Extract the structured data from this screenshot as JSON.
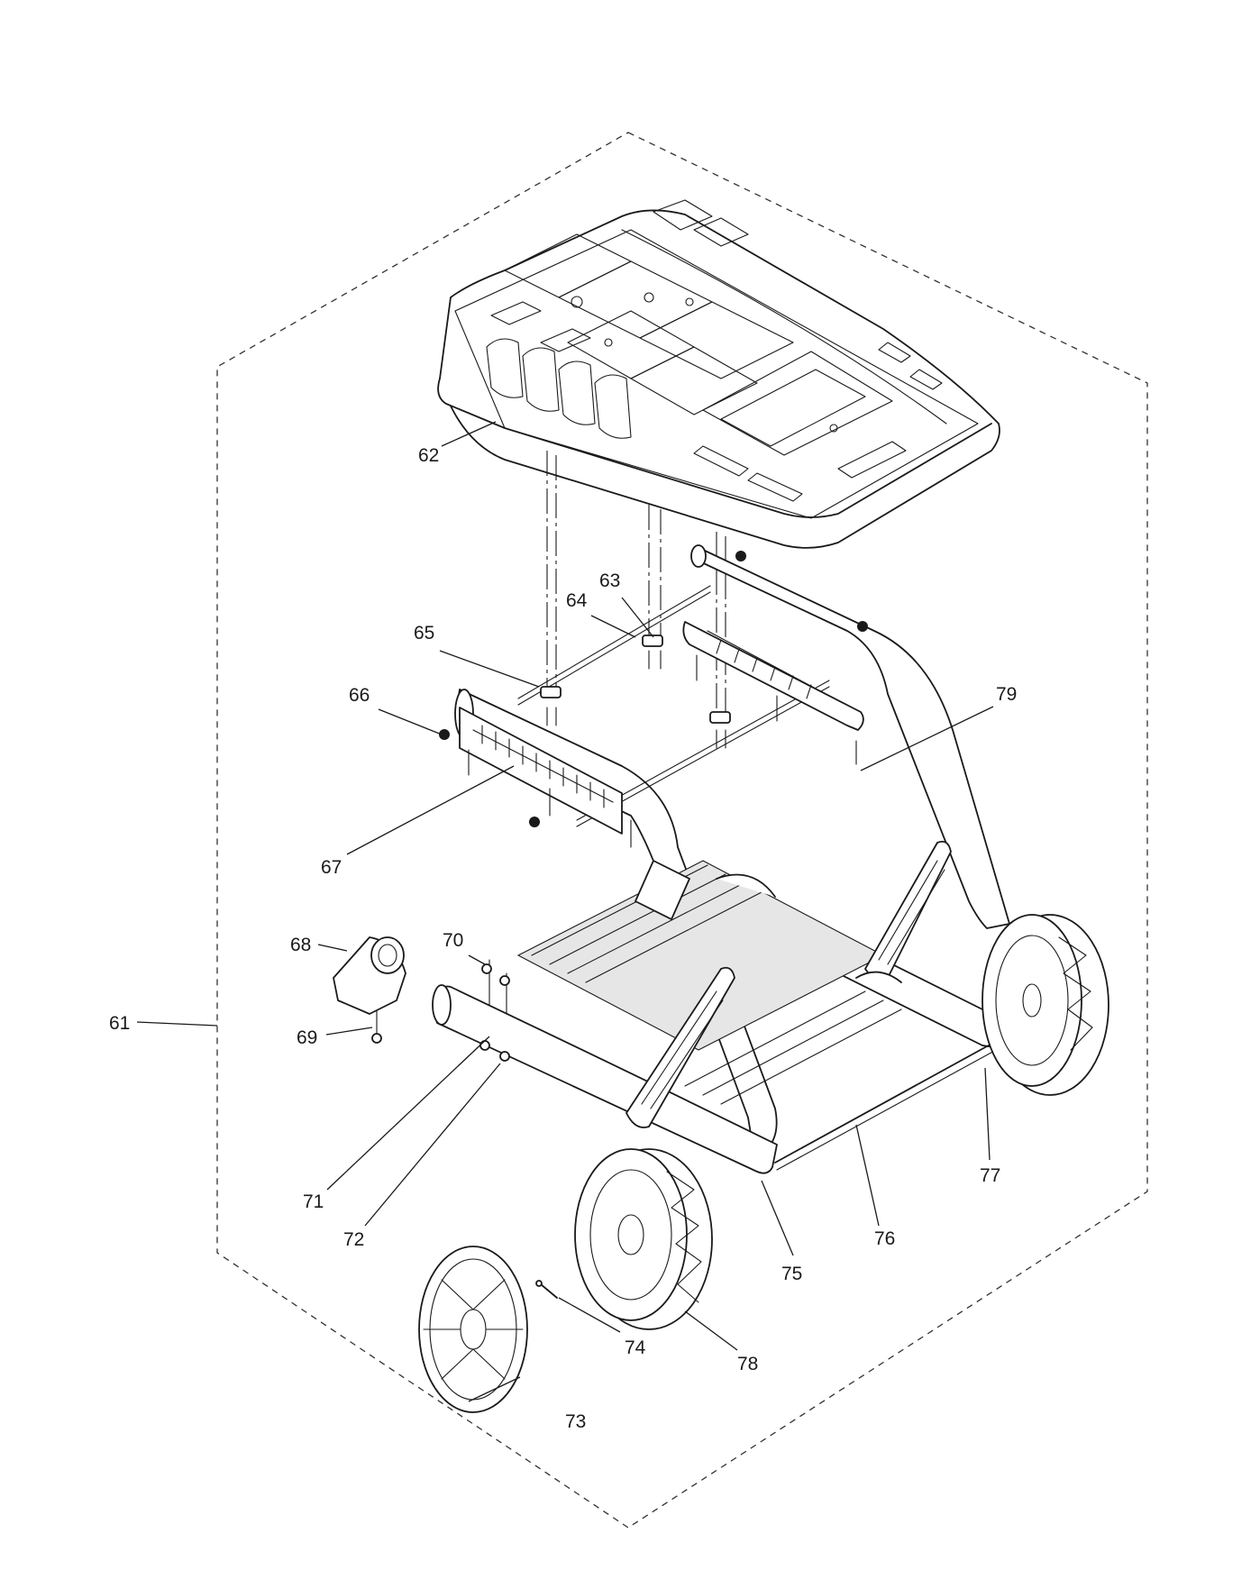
{
  "diagram": {
    "callouts": [
      {
        "id": "61",
        "label": "61"
      },
      {
        "id": "62",
        "label": "62"
      },
      {
        "id": "63",
        "label": "63"
      },
      {
        "id": "64",
        "label": "64"
      },
      {
        "id": "65",
        "label": "65"
      },
      {
        "id": "66",
        "label": "66"
      },
      {
        "id": "67",
        "label": "67"
      },
      {
        "id": "68",
        "label": "68"
      },
      {
        "id": "69",
        "label": "69"
      },
      {
        "id": "70",
        "label": "70"
      },
      {
        "id": "71",
        "label": "71"
      },
      {
        "id": "72",
        "label": "72"
      },
      {
        "id": "73",
        "label": "73"
      },
      {
        "id": "74",
        "label": "74"
      },
      {
        "id": "75",
        "label": "75"
      },
      {
        "id": "76",
        "label": "76"
      },
      {
        "id": "77",
        "label": "77"
      },
      {
        "id": "78",
        "label": "78"
      },
      {
        "id": "79",
        "label": "79"
      }
    ]
  }
}
